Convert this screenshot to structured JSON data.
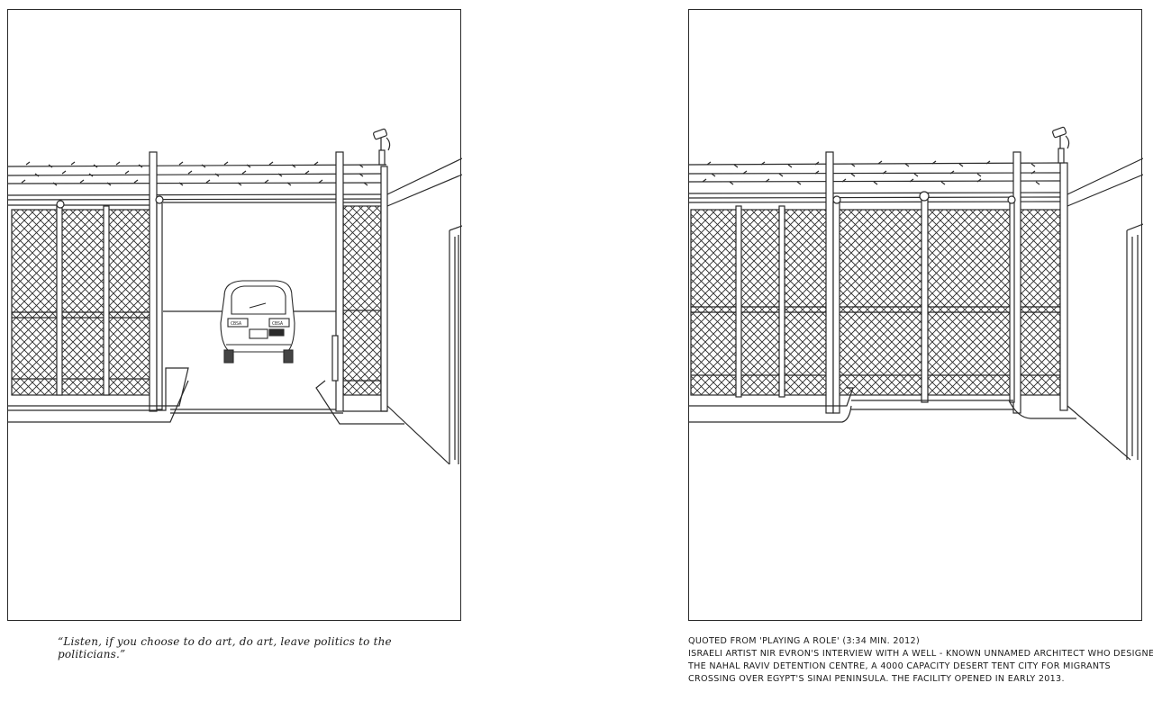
{
  "artwork": {
    "panels": [
      {
        "id": "left",
        "scene": "Security fence with an open gate; an SUV is visible driving through the open gap; barbed wire atop fence; surveillance camera on right post",
        "vehicle": {
          "plate_left": "CBSA",
          "plate_right": "CBSA"
        },
        "caption": "“Listen, if you choose to do art, do art, leave politics to the politicians.”"
      },
      {
        "id": "right",
        "scene": "Same security fence with the gate closed; barbed wire atop fence; surveillance camera on right post",
        "caption_lines": [
          "Quoted from 'Playing a Role' (3:34 min. 2012)",
          "Israeli artist Nir Evron's interview with a well - known unnamed architect who designed",
          "the Nahal Raviv detention centre, a 4000 capacity desert tent city for migrants",
          "crossing over Egypt's Sinai peninsula. The facility opened in early 2013."
        ]
      }
    ],
    "colors": {
      "line": "#2a2a2a",
      "background": "#ffffff"
    }
  }
}
